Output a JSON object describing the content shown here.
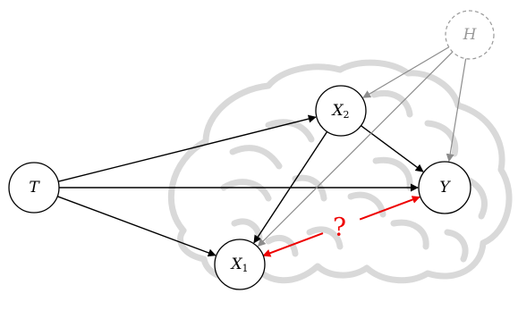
{
  "colors": {
    "edge": "#000000",
    "hidden_edge": "#8c8c8c",
    "hidden_node": "#999999",
    "query": "#ee0000",
    "brain": "#d9d9d9"
  },
  "decoration": {
    "background_icon": "brain-icon"
  },
  "nodes": {
    "T": {
      "symbol": "T",
      "subscript": ""
    },
    "X2": {
      "symbol": "X",
      "subscript": "2"
    },
    "X1": {
      "symbol": "X",
      "subscript": "1"
    },
    "Y": {
      "symbol": "Y",
      "subscript": ""
    },
    "H": {
      "symbol": "H",
      "subscript": "",
      "style": "dashed"
    }
  },
  "edges": [
    {
      "from": "T",
      "to": "X2",
      "kind": "observed"
    },
    {
      "from": "T",
      "to": "Y",
      "kind": "observed"
    },
    {
      "from": "T",
      "to": "X1",
      "kind": "observed"
    },
    {
      "from": "X2",
      "to": "Y",
      "kind": "observed"
    },
    {
      "from": "X2",
      "to": "X1",
      "kind": "observed"
    },
    {
      "from": "H",
      "to": "X2",
      "kind": "hidden"
    },
    {
      "from": "H",
      "to": "Y",
      "kind": "hidden"
    },
    {
      "from": "H",
      "to": "X1",
      "kind": "hidden"
    }
  ],
  "query": {
    "label": "?",
    "between": [
      "X1",
      "Y"
    ],
    "kind": "bidirected"
  }
}
